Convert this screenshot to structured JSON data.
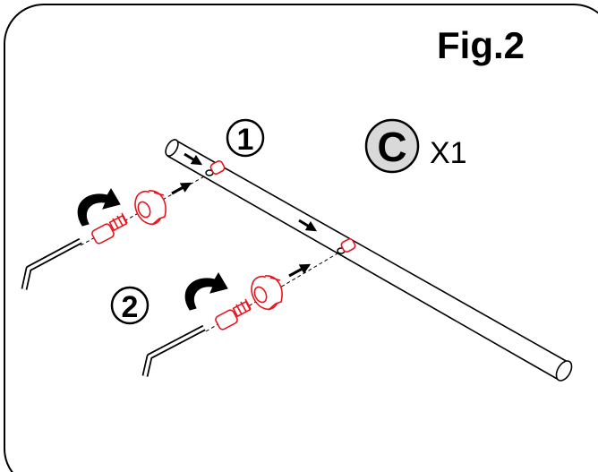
{
  "figure": {
    "title": "Fig.2",
    "step_1": "1",
    "step_2": "2",
    "part_letter": "C",
    "part_quantity": "X1"
  },
  "colors": {
    "outline": "#000000",
    "hardware_red": "#e8141c",
    "part_badge_fill": "#d9d9d9"
  }
}
